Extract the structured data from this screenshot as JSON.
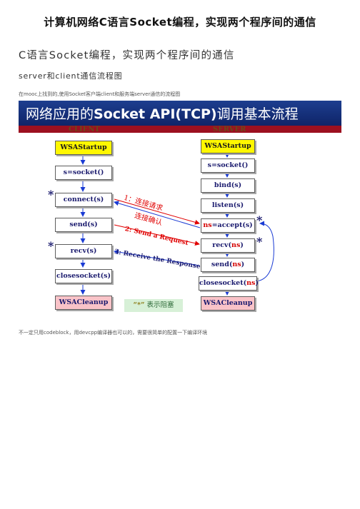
{
  "page": {
    "title": "计算机网络C语言Socket编程，实现两个程序间的通信",
    "article_title": "C语言Socket编程，实现两个程序间的通信",
    "section_heading": "server和client通信流程图",
    "intro_text": "在mooc上找到的,使用Socket客户端client和服务端server通信的流程图",
    "footer_text": "不一定只用codeblock，用devcpp编译器也可以的，需要很简单的配置一下编译环境"
  },
  "figure": {
    "title_cn_1": "网络应用的",
    "title_bold": "Socket API(TCP)",
    "title_cn_2": "调用基本流程",
    "client_label": "CLIENT",
    "server_label": "SERVER",
    "client_boxes": [
      "WSAStartup",
      "s=socket()",
      "connect(s)",
      "send(s)",
      "recv(s)",
      "closesocket(s)",
      "WSACleanup"
    ],
    "server_boxes": {
      "startup": "WSAStartup",
      "socket": "s=socket()",
      "bind": "bind(s)",
      "listen": "listen(s)",
      "accept_prefix": "ns",
      "accept_suffix": "=accept(s)",
      "recv_prefix": "recv(",
      "recv_red": "ns",
      "recv_suffix": ")",
      "send_prefix": "send(",
      "send_red": "ns",
      "send_suffix": ")",
      "close_prefix": "closesocket(",
      "close_red": "ns",
      "close_suffix": ")",
      "cleanup": "WSACleanup"
    },
    "annotations": {
      "connect_request": "1：连接请求",
      "connect_confirm": "连接确认",
      "send_request": "2: Send a Request",
      "receive_response": "3: Receive the Response"
    },
    "star": "*",
    "legend_quote": "“*”",
    "legend_text": "表示阻塞",
    "colors": {
      "banner": "#1d3e8f",
      "bar": "#9c1020",
      "yellow_box": "#fff700",
      "pink_box": "#f9c3c8",
      "arrow_blue": "#1a3bd4",
      "arrow_red": "#e00000"
    }
  }
}
